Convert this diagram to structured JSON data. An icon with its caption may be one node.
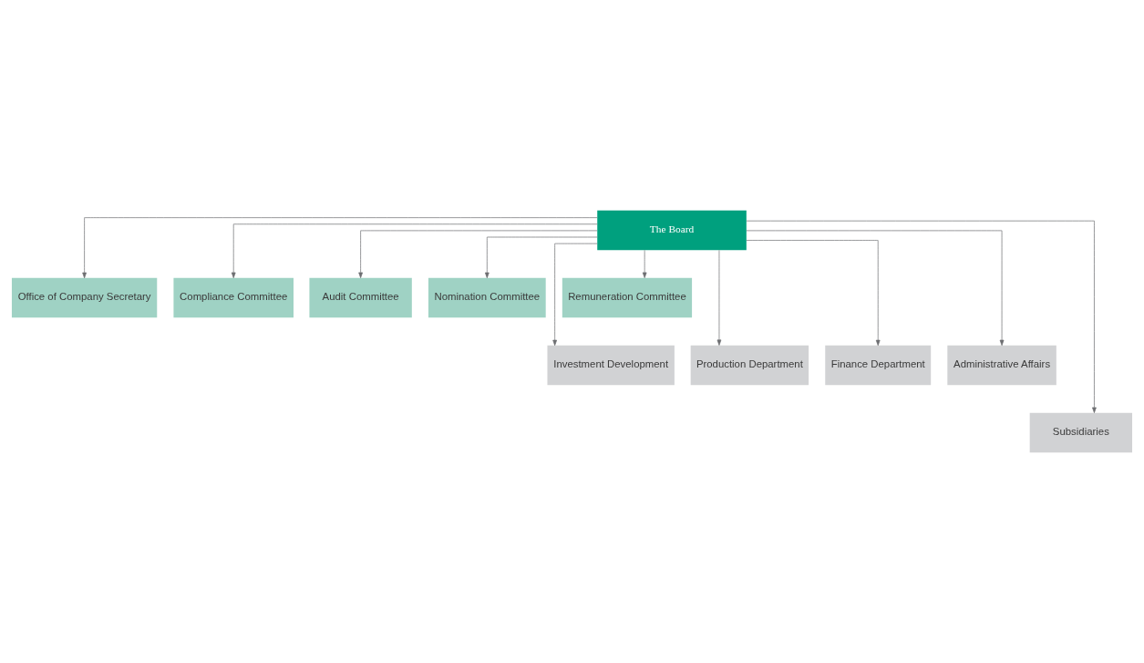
{
  "diagram": {
    "nodes": [
      {
        "text": [
          "The Board"
        ]
      },
      {
        "text": [
          "Office of Company Secretary"
        ]
      },
      {
        "text": [
          "Compliance Committee"
        ]
      },
      {
        "text": [
          "Audit Committee"
        ]
      },
      {
        "text": [
          "Nomination Committee"
        ]
      },
      {
        "text": [
          "Remuneration Committee"
        ]
      },
      {
        "text": [
          "Investment Development"
        ]
      },
      {
        "text": [
          "Production Department"
        ]
      },
      {
        "text": [
          "Finance Department"
        ]
      },
      {
        "text": [
          "Administrative Affairs"
        ]
      },
      {
        "text": [
          "Subsidiaries"
        ]
      }
    ],
    "edges": [
      {
        "from": 0,
        "to": 1,
        "arrow": "to"
      },
      {
        "from": 0,
        "to": 2,
        "arrow": "to"
      },
      {
        "from": 0,
        "to": 3,
        "arrow": "to"
      },
      {
        "from": 0,
        "to": 4,
        "arrow": "to"
      },
      {
        "from": 0,
        "to": 5,
        "arrow": "to"
      },
      {
        "from": 0,
        "to": 6,
        "arrow": "to"
      },
      {
        "from": 0,
        "to": 7,
        "arrow": "to"
      },
      {
        "from": 0,
        "to": 8,
        "arrow": "to"
      },
      {
        "from": 0,
        "to": 9,
        "arrow": "to"
      },
      {
        "from": 0,
        "to": 10,
        "arrow": "to"
      }
    ]
  }
}
